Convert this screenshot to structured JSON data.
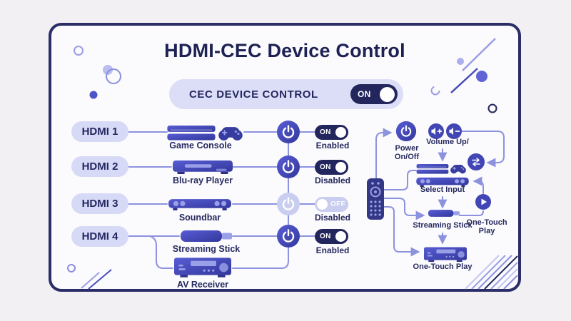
{
  "title": "HDMI-CEC Device Control",
  "master_control": {
    "label": "CEC DEVICE CONTROL",
    "state": "ON"
  },
  "hdmi_rows": [
    {
      "port": "HDMI 1",
      "device": "Game Console",
      "icon": "game-console-icon",
      "toggle": "ON",
      "status": "Enabled"
    },
    {
      "port": "HDMI 2",
      "device": "Blu-ray Player",
      "icon": "blu-ray-player-icon",
      "toggle": "ON",
      "status": "Disabled"
    },
    {
      "port": "HDMI 3",
      "device": "Soundbar",
      "icon": "soundbar-icon",
      "toggle": "OFF",
      "status": "Disabled"
    },
    {
      "port": "HDMI 4",
      "device": "Streaming Stick",
      "icon": "streaming-stick-icon",
      "toggle": "ON",
      "status": "Enabled"
    }
  ],
  "hdmi4_extra_device": {
    "label": "AV Receiver",
    "icon": "av-receiver-icon"
  },
  "flow": {
    "power_line1": "Power",
    "power_line2": "On/Off",
    "volume_label": "Volume Up/",
    "select_input": "Select Input",
    "streaming_stick": "Streaming Stick",
    "one_touch_side_line1": "One-Touch",
    "one_touch_side_line2": "Play",
    "one_touch_bottom": "One-Touch Play",
    "icons": {
      "power": "power-icon",
      "volume_up": "volume-up-icon",
      "volume_down": "volume-down-icon",
      "input_switch": "input-switch-icon",
      "play": "play-icon",
      "remote": "remote-control-icon"
    }
  },
  "colors": {
    "accent_indigo": "#4246b4",
    "navy": "#23265c",
    "periwinkle": "#8d92de",
    "lavender_pill": "#d7daf6",
    "toggle_off": "#c9cdef",
    "card_bg": "#fbfafd",
    "page_bg": "#f2f0f3"
  }
}
